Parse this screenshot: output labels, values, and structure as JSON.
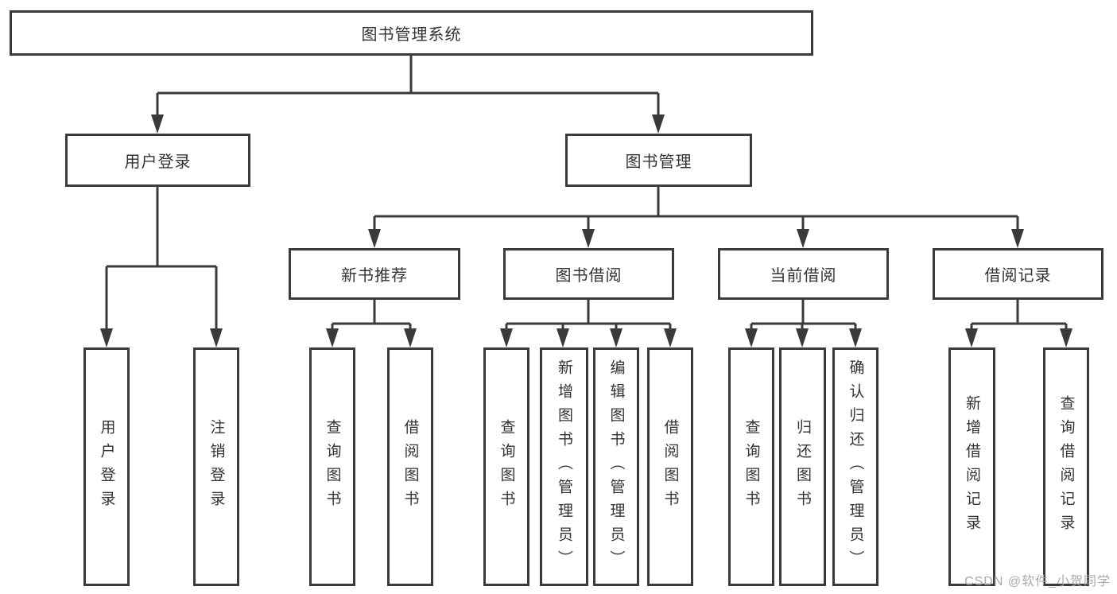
{
  "diagram": {
    "colors": {
      "line": "#3a3a3a",
      "box_border": "#3b3b3b",
      "text": "#333333",
      "watermark_gray": "#a5a5a5",
      "background": "#ffffff"
    },
    "root": {
      "label": "图书管理系统"
    },
    "level2": [
      {
        "label": "用户登录"
      },
      {
        "label": "图书管理"
      }
    ],
    "level3": [
      {
        "label": "新书推荐",
        "parent": "图书管理"
      },
      {
        "label": "图书借阅",
        "parent": "图书管理"
      },
      {
        "label": "当前借阅",
        "parent": "图书管理"
      },
      {
        "label": "借阅记录",
        "parent": "图书管理"
      }
    ],
    "leaves": [
      {
        "label": "用户登录",
        "parent": "用户登录"
      },
      {
        "label": "注销登录",
        "parent": "用户登录"
      },
      {
        "label": "查询图书",
        "parent": "新书推荐"
      },
      {
        "label": "借阅图书",
        "parent": "新书推荐"
      },
      {
        "label": "查询图书",
        "parent": "图书借阅"
      },
      {
        "label": "新增图书（管理员）",
        "parent": "图书借阅"
      },
      {
        "label": "编辑图书（管理员）",
        "parent": "图书借阅"
      },
      {
        "label": "借阅图书",
        "parent": "图书借阅"
      },
      {
        "label": "查询图书",
        "parent": "当前借阅"
      },
      {
        "label": "归还图书",
        "parent": "当前借阅"
      },
      {
        "label": "确认归还（管理员）",
        "parent": "当前借阅"
      },
      {
        "label": "新增借阅记录",
        "parent": "借阅记录"
      },
      {
        "label": "查询借阅记录",
        "parent": "借阅记录"
      }
    ],
    "watermark": "CSDN @软件_小贺同学"
  }
}
